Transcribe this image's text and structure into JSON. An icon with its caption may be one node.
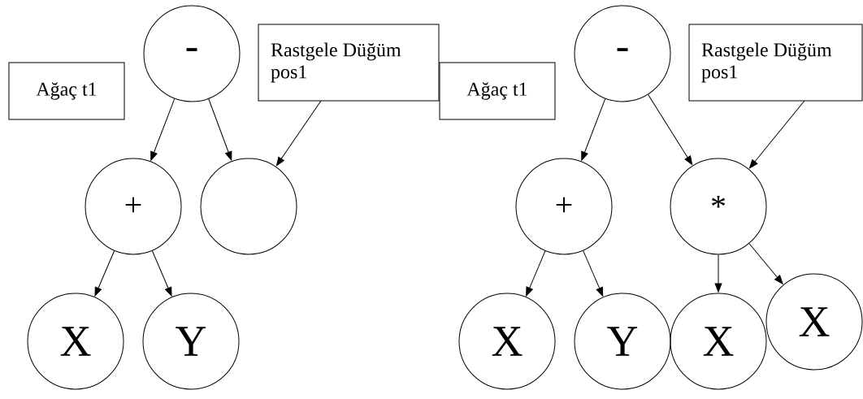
{
  "diagram": {
    "nodes": [
      {
        "text": [
          "Ağaç t1"
        ]
      },
      {
        "text": [
          "-"
        ]
      },
      {
        "text": [
          "Rastgele Düğüm pos1"
        ]
      },
      {
        "text": [
          "+"
        ]
      },
      {
        "text": [],
        "shape": "circle"
      },
      {
        "text": [
          "X"
        ]
      },
      {
        "text": [
          "Y"
        ]
      },
      {
        "text": [
          "Ağaç t1"
        ]
      },
      {
        "text": [
          "-"
        ]
      },
      {
        "text": [
          "Rastgele Düğüm pos1"
        ]
      },
      {
        "text": [
          "+"
        ]
      },
      {
        "text": [
          "*"
        ]
      },
      {
        "text": [
          "X"
        ]
      },
      {
        "text": [
          "Y"
        ]
      },
      {
        "text": [
          "X"
        ]
      },
      {
        "text": [
          "X"
        ]
      }
    ],
    "edges": [
      {
        "from": 1,
        "to": 3,
        "arrow": "to"
      },
      {
        "from": 1,
        "to": 4,
        "arrow": "to"
      },
      {
        "from": 2,
        "to": 4,
        "arrow": "to"
      },
      {
        "from": 3,
        "to": 5,
        "arrow": "to"
      },
      {
        "from": 3,
        "to": 6,
        "arrow": "to"
      },
      {
        "from": 8,
        "to": 10,
        "arrow": "to"
      },
      {
        "from": 8,
        "to": 11,
        "arrow": "to"
      },
      {
        "from": 9,
        "to": 11,
        "arrow": "to"
      },
      {
        "from": 10,
        "to": 12,
        "arrow": "to"
      },
      {
        "from": 10,
        "to": 13,
        "arrow": "to"
      },
      {
        "from": 11,
        "to": 14,
        "arrow": "to"
      },
      {
        "from": 11,
        "to": 15,
        "arrow": "to"
      }
    ]
  }
}
